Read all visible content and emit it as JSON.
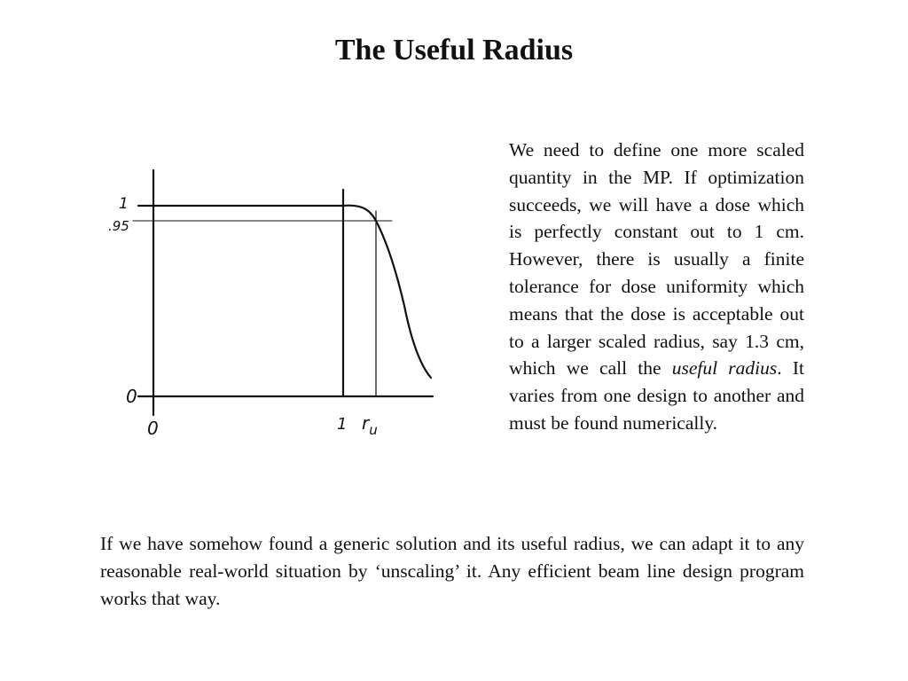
{
  "title": "The Useful Radius",
  "sketch": {
    "y_tick_top": "1",
    "y_tick_95": ".95",
    "y_tick_zero": "0",
    "x_tick_zero": "0",
    "x_tick_one": "1",
    "x_tick_ru": "r",
    "x_tick_ru_sub": "u"
  },
  "right_text": {
    "before_italic": "We need to define one more scaled quantity in the MP. If optimization succeeds, we will have a dose which is perfectly constant out to 1 cm. However, there is usually a finite tolerance for dose uniformity which means that the dose is acceptable out to a larger scaled radius, say 1.3 cm, which we call the ",
    "italic": "useful radius",
    "after_italic": ". It varies from one design to another and must be found numerically."
  },
  "bottom_text": "If we have somehow found a generic solution and its useful radius, we can adapt it to any reasonable real-world situation by ‘unscaling’ it. Any efficient beam line design program works that way."
}
